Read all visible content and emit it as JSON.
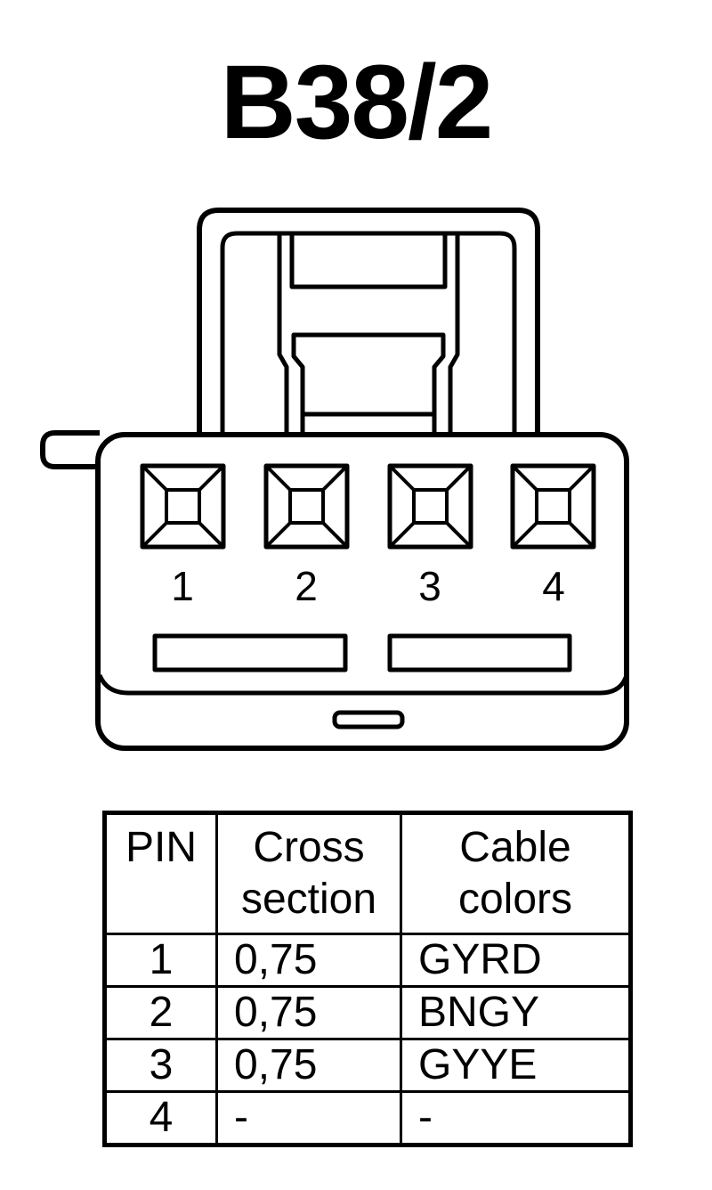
{
  "title": "B38/2",
  "connector": {
    "pins": [
      "1",
      "2",
      "3",
      "4"
    ]
  },
  "table": {
    "headers": {
      "pin": "PIN",
      "cross_section": [
        "Cross",
        "section"
      ],
      "cable_colors": [
        "Cable",
        "colors"
      ]
    },
    "rows": [
      {
        "pin": "1",
        "cross_section": "0,75",
        "color": "GYRD"
      },
      {
        "pin": "2",
        "cross_section": "0,75",
        "color": "BNGY"
      },
      {
        "pin": "3",
        "cross_section": "0,75",
        "color": "GYYE"
      },
      {
        "pin": "4",
        "cross_section": "-",
        "color": "-"
      }
    ]
  }
}
